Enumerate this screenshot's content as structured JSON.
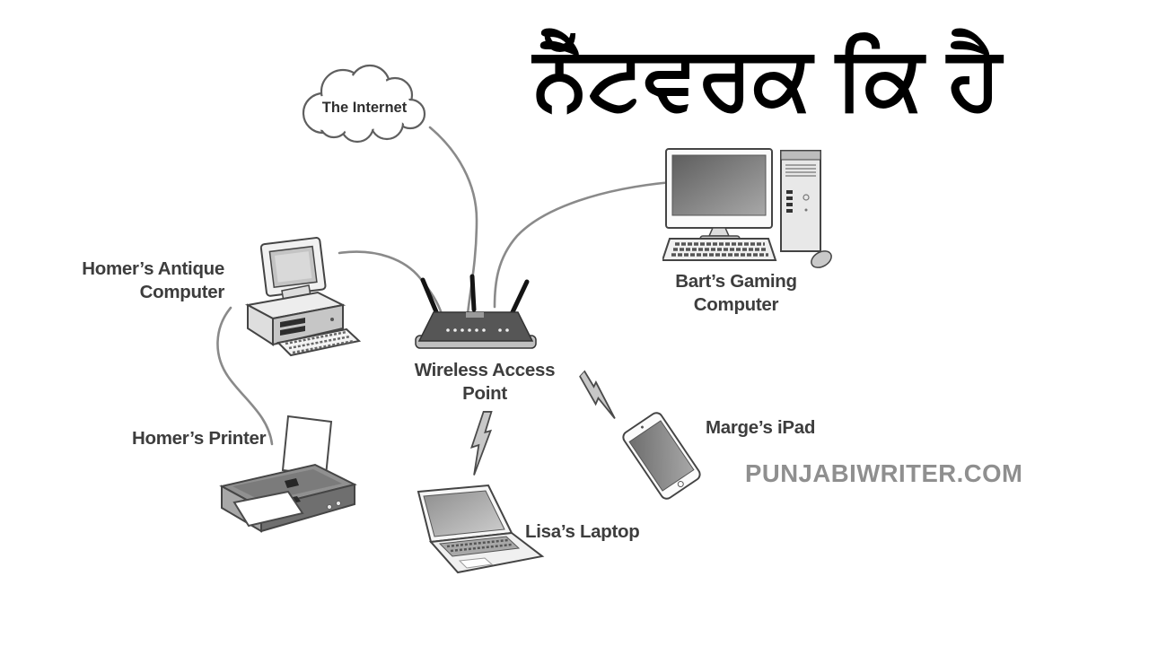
{
  "heading": {
    "text": "ਨੈੱਟਵਰਕ ਕਿ ਹੈ"
  },
  "watermark": {
    "text": "PUNJABIWRITER.COM"
  },
  "cloud": {
    "label": "The Internet"
  },
  "devices": {
    "homer_computer": {
      "label_line1": "Homer’s Antique",
      "label_line2": "Computer"
    },
    "bart_computer": {
      "label_line1": "Bart’s Gaming",
      "label_line2": "Computer"
    },
    "access_point": {
      "label_line1": "Wireless Access",
      "label_line2": "Point"
    },
    "printer": {
      "label": "Homer’s Printer"
    },
    "laptop": {
      "label": "Lisa’s Laptop"
    },
    "ipad": {
      "label": "Marge’s iPad"
    }
  },
  "connections": [
    {
      "from": "internet-cloud",
      "to": "wireless-access-point",
      "type": "wired"
    },
    {
      "from": "bart-computer",
      "to": "wireless-access-point",
      "type": "wired"
    },
    {
      "from": "homer-computer",
      "to": "wireless-access-point",
      "type": "wired"
    },
    {
      "from": "homer-computer",
      "to": "homer-printer",
      "type": "wired"
    },
    {
      "from": "wireless-access-point",
      "to": "lisa-laptop",
      "type": "wireless"
    },
    {
      "from": "wireless-access-point",
      "to": "marge-ipad",
      "type": "wireless"
    }
  ],
  "colors": {
    "background": "#ffffff",
    "heading_text": "#000000",
    "label_text": "#3d3d3d",
    "watermark_text": "#8f8f8f",
    "wire": "#8a8a8a",
    "outline": "#444444",
    "router_top": "#4f4f4f",
    "router_base": "#bfbfbf",
    "lightning_fill": "#c8c8c8"
  }
}
